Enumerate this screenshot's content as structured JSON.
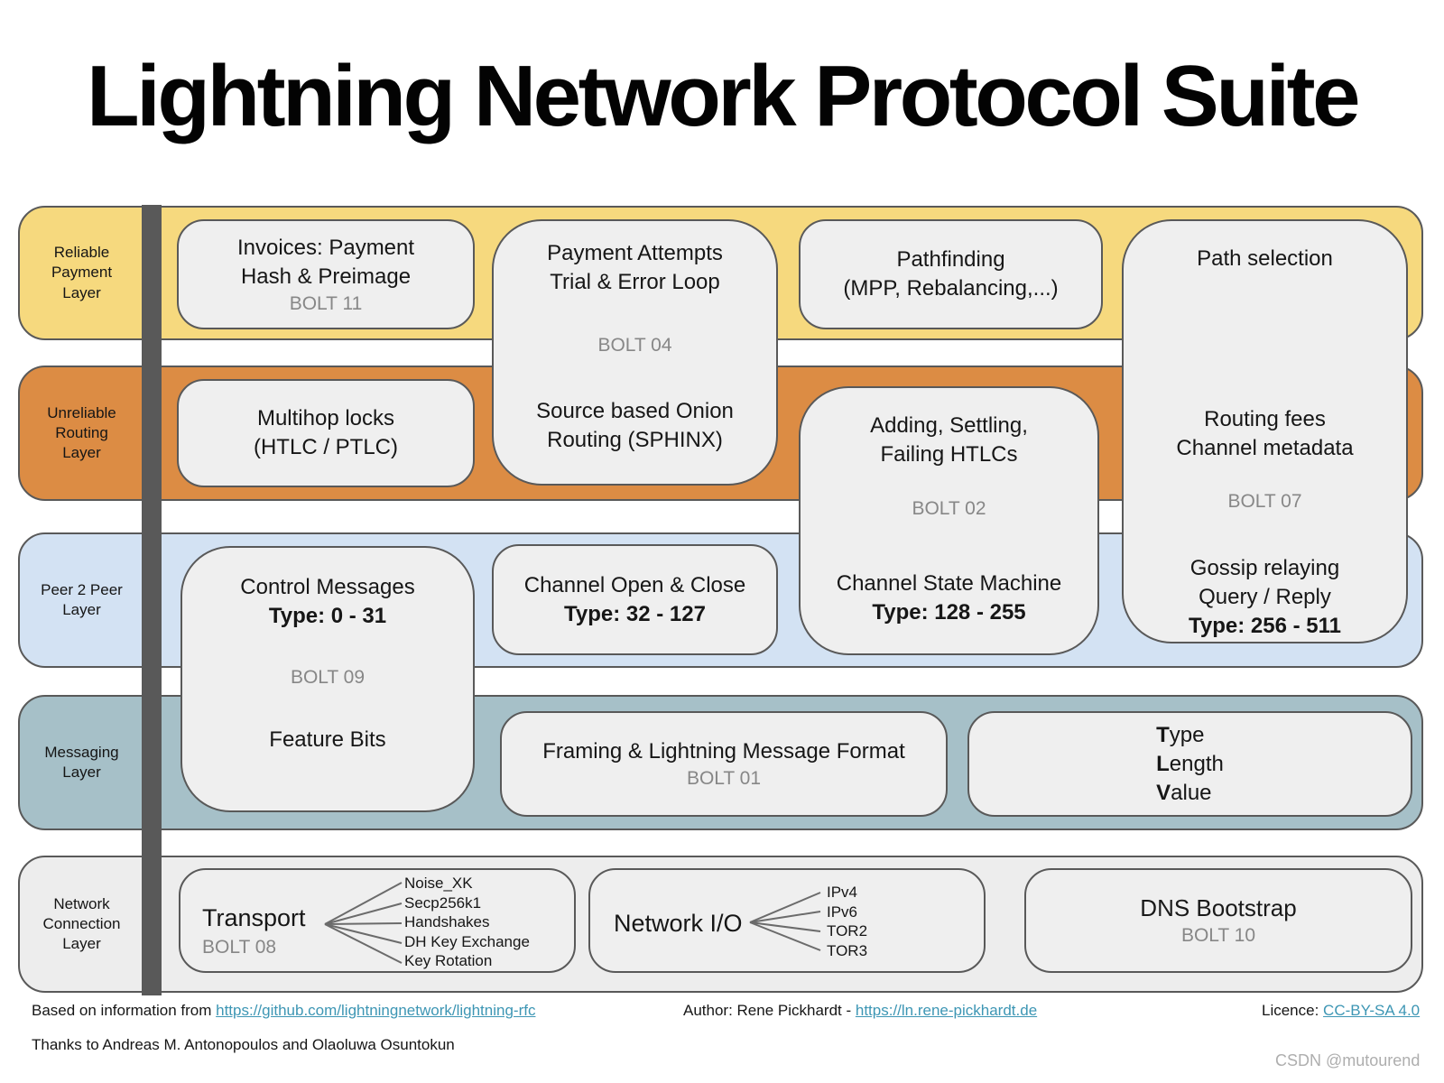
{
  "title": "Lightning Network Protocol Suite",
  "colors": {
    "reliable_payment": "#f6d97e",
    "unreliable_routing": "#dc8c44",
    "peer2peer": "#d3e2f3",
    "messaging": "#a6c0c8",
    "network_connection": "#ededed",
    "box_fill": "#efefef",
    "border": "#595959",
    "bolt_text": "#878787",
    "link": "#3d96b4"
  },
  "layers": {
    "reliable": {
      "label": "Reliable\nPayment\nLayer"
    },
    "unreliable": {
      "label": "Unreliable\nRouting\nLayer"
    },
    "p2p": {
      "label": "Peer 2 Peer\nLayer"
    },
    "messaging": {
      "label": "Messaging\nLayer"
    },
    "network": {
      "label": "Network\nConnection\nLayer"
    }
  },
  "boxes": {
    "invoices": {
      "title": "Invoices: Payment\nHash & Preimage",
      "bolt": "BOLT 11"
    },
    "payment_attempts": {
      "title": "Payment Attempts\nTrial & Error Loop",
      "bolt": "BOLT 04",
      "subtitle": "Source based Onion\nRouting (SPHINX)"
    },
    "pathfinding": {
      "title": "Pathfinding\n(MPP, Rebalancing,...)"
    },
    "path_selection": {
      "title": "Path selection",
      "routing": "Routing fees\nChannel metadata",
      "bolt": "BOLT 07",
      "gossip": "Gossip relaying\nQuery / Reply",
      "type_range": "Type: 256 - 511"
    },
    "multihop": {
      "title": "Multihop locks\n(HTLC / PTLC)"
    },
    "htlc_lifecycle": {
      "title": "Adding, Settling,\nFailing HTLCs",
      "bolt": "BOLT 02",
      "state_machine": "Channel State Machine",
      "type_range": "Type: 128 - 255"
    },
    "control": {
      "title": "Control Messages",
      "type_range": "Type: 0 - 31",
      "bolt": "BOLT 09",
      "feature": "Feature Bits"
    },
    "channel_open": {
      "title": "Channel Open & Close",
      "type_range": "Type: 32 - 127"
    },
    "framing": {
      "title": "Framing & Lightning Message Format",
      "bolt": "BOLT 01"
    },
    "tlv": {
      "lines": [
        {
          "bold": "T",
          "rest": "ype"
        },
        {
          "bold": "L",
          "rest": "ength"
        },
        {
          "bold": "V",
          "rest": "alue"
        }
      ]
    },
    "transport": {
      "title": "Transport",
      "bolt": "BOLT 08",
      "items": [
        "Noise_XK",
        "Secp256k1",
        "Handshakes",
        "DH Key Exchange",
        "Key Rotation"
      ]
    },
    "network_io": {
      "title": "Network I/O",
      "items": [
        "IPv4",
        "IPv6",
        "TOR2",
        "TOR3"
      ]
    },
    "dns": {
      "title": "DNS Bootstrap",
      "bolt": "BOLT 10"
    }
  },
  "footer": {
    "based_on_prefix": "Based on information from ",
    "based_on_link": "https://github.com/lightningnetwork/lightning-rfc",
    "thanks": "Thanks to Andreas M. Antonopoulos and Olaoluwa Osuntokun",
    "author_prefix": "Author: Rene Pickhardt - ",
    "author_link": "https://ln.rene-pickhardt.de",
    "licence_prefix": "Licence: ",
    "licence_link": "CC-BY-SA 4.0"
  },
  "watermark": "CSDN @mutourend"
}
